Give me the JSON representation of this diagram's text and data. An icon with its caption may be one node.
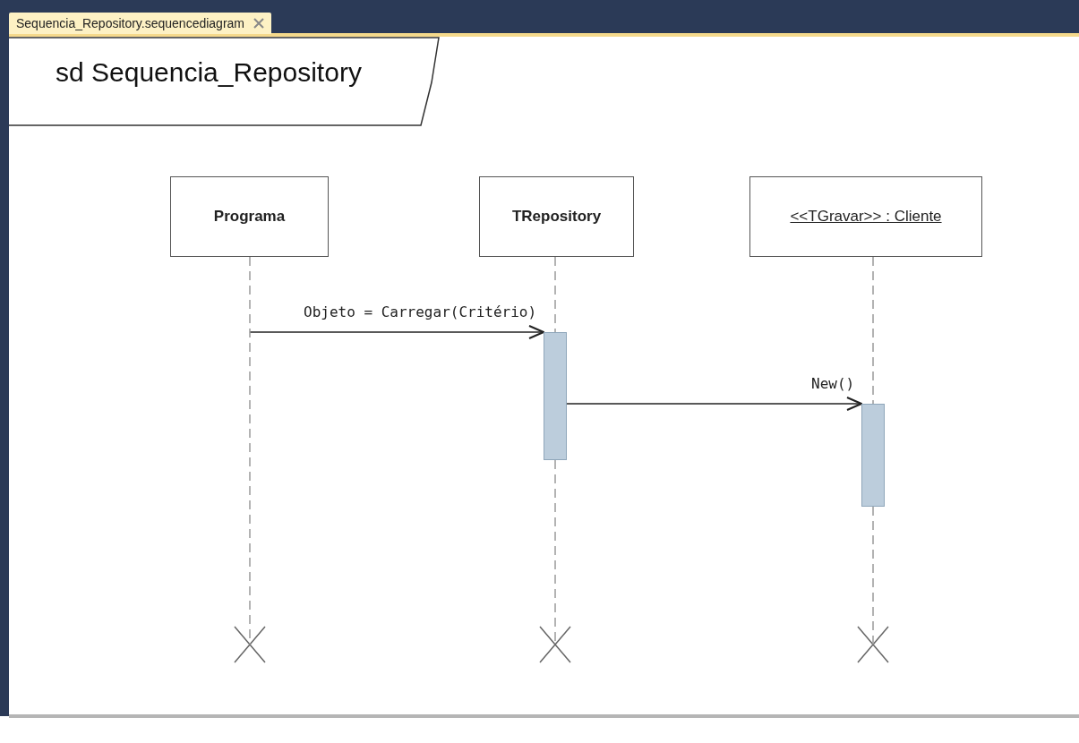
{
  "diagram": {
    "title": "sd Sequencia_Repository",
    "nodes": [
      {
        "text": [
          "Programa"
        ]
      },
      {
        "text": [
          "TRepository"
        ]
      },
      {
        "text": [
          "<<TGravar>> : Cliente"
        ]
      },
      {
        "text": [],
        "shape": "bar"
      },
      {
        "text": [],
        "shape": "bar"
      },
      {
        "text": [],
        "shape": "cross"
      },
      {
        "text": [],
        "shape": "cross"
      },
      {
        "text": [],
        "shape": "cross"
      }
    ],
    "edges": [
      {
        "from": 0,
        "to": 3,
        "arrow": "to",
        "label": "Objeto = Carregar(Critério)",
        "color": "#222222"
      },
      {
        "from": 3,
        "to": 4,
        "arrow": "to",
        "label": "New()",
        "color": "#222222"
      },
      {
        "from": 0,
        "to": 5,
        "arrow": "none",
        "style": "dashed"
      },
      {
        "from": 1,
        "to": 3,
        "arrow": "none",
        "style": "dashed"
      },
      {
        "from": 3,
        "to": 6,
        "arrow": "none",
        "style": "dashed"
      },
      {
        "from": 2,
        "to": 4,
        "arrow": "none",
        "style": "dashed"
      },
      {
        "from": 4,
        "to": 7,
        "arrow": "none",
        "style": "dashed"
      }
    ],
    "labels": [
      "Sequencia_Repository.sequencediagram"
    ]
  }
}
